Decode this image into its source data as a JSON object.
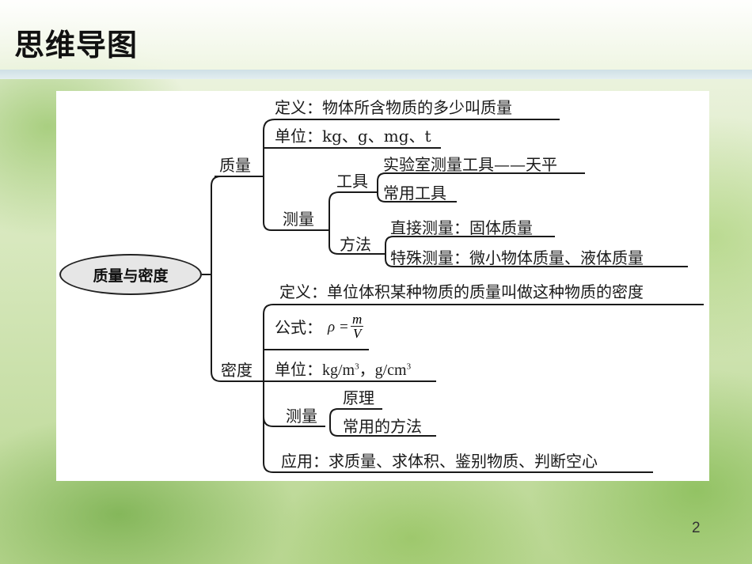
{
  "slide": {
    "title": "思维导图",
    "page_number": "2"
  },
  "mindmap": {
    "root": "质量与密度",
    "mass": {
      "label": "质量",
      "definition": "定义：物体所含物质的多少叫质量",
      "unit": "单位：kg、g、mg、t",
      "measure": {
        "label": "测量",
        "tools": {
          "label": "工具",
          "items": [
            "实验室测量工具——天平",
            "常用工具"
          ]
        },
        "methods": {
          "label": "方法",
          "items": [
            "直接测量：固体质量",
            "特殊测量：微小物体质量、液体质量"
          ]
        }
      }
    },
    "density": {
      "label": "密度",
      "definition": "定义：单位体积某种物质的质量叫做这种物质的密度",
      "formula": {
        "prefix": "公式：",
        "lhs": "ρ =",
        "numerator": "m",
        "denominator": "V"
      },
      "unit": {
        "prefix": "单位：",
        "unit1": "kg/m",
        "exp1": "3",
        "sep": "，",
        "unit2": "g/cm",
        "exp2": "3"
      },
      "measure": {
        "label": "测量",
        "items": [
          "原理",
          "常用的方法"
        ]
      },
      "application": "应用：求质量、求体积、鉴别物质、判断空心"
    }
  },
  "colors": {
    "line": "#1a1a1a",
    "root_fill": "#e6e6e6",
    "title_rule": "#cfe0e6"
  }
}
